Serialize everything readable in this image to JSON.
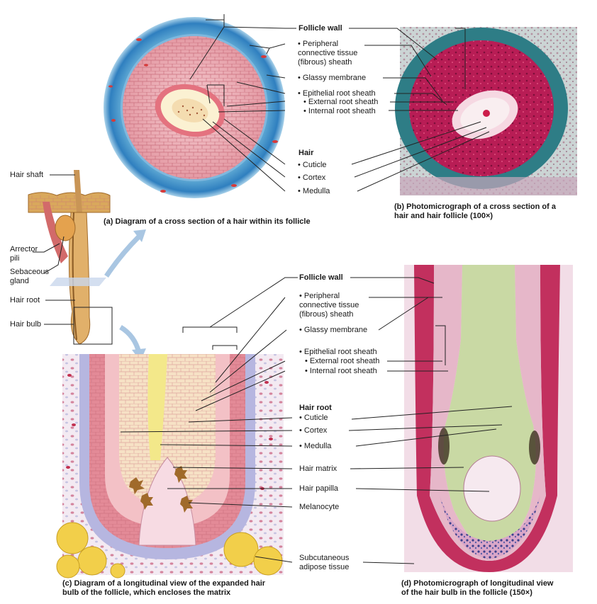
{
  "figure": {
    "panel_a": {
      "caption": "(a) Diagram of a cross section of a hair within its follicle",
      "labels": {
        "follicle_wall": "Follicle wall",
        "peripheral_ct": "• Peripheral\n  connective tissue\n  (fibrous) sheath",
        "glassy_membrane": "• Glassy membrane",
        "epithelial_root_sheath": "• Epithelial root sheath",
        "external_root_sheath": "• External root sheath",
        "internal_root_sheath": "• Internal root sheath",
        "hair": "Hair",
        "cuticle": "• Cuticle",
        "cortex": "• Cortex",
        "medulla": "• Medulla"
      }
    },
    "panel_b": {
      "caption": "(b) Photomicrograph of a cross section of a\n     hair and hair follicle (100×)"
    },
    "overview": {
      "labels": {
        "hair_shaft": "Hair shaft",
        "arrector_pili": "Arrector\npili",
        "sebaceous_gland": "Sebaceous\ngland",
        "hair_root": "Hair root",
        "hair_bulb": "Hair bulb"
      }
    },
    "panel_c": {
      "caption": "(c) Diagram of a longitudinal view of the expanded hair\n     bulb of the follicle, which encloses the matrix",
      "labels": {
        "follicle_wall": "Follicle wall",
        "peripheral_ct": "• Peripheral\n  connective tissue\n  (fibrous) sheath",
        "glassy_membrane": "• Glassy membrane",
        "epithelial_root_sheath": "• Epithelial root sheath",
        "external_root_sheath": "• External root sheath",
        "internal_root_sheath": "• Internal root sheath",
        "hair_root": "Hair root",
        "cuticle": "• Cuticle",
        "cortex": "• Cortex",
        "medulla": "• Medulla",
        "hair_matrix": "Hair matrix",
        "hair_papilla": "Hair papilla",
        "melanocyte": "Melanocyte",
        "subcutaneous_adipose": "Subcutaneous\nadipose tissue"
      }
    },
    "panel_d": {
      "caption": "(d) Photomicrograph of longitudinal view\n     of the hair bulb in the follicle (150×)"
    },
    "colors": {
      "connective_blue": "#3f8fc0",
      "epithelium_pink": "#e9a6ad",
      "cell_line": "#c2606f",
      "stain_magenta": "#c0285a",
      "stain_teal": "#2f7f86",
      "hair_tan": "#d9a85c",
      "adipose_yellow": "#f2cf4a",
      "leader": "#222222"
    }
  }
}
